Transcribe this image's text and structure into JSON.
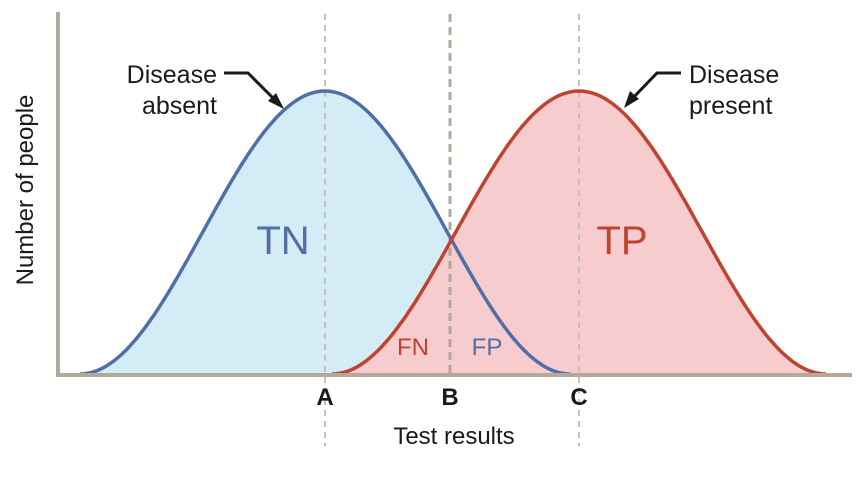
{
  "figure": {
    "y_axis_label": "Number of people",
    "x_axis_label": "Test results",
    "thresholds": [
      {
        "label": "A"
      },
      {
        "label": "B"
      },
      {
        "label": "C"
      }
    ],
    "curves": {
      "absent": {
        "callout_line1": "Disease",
        "callout_line2": "absent",
        "stroke": "#4f6fa6",
        "fill": "#d3ecf5"
      },
      "present": {
        "callout_line1": "Disease",
        "callout_line2": "present",
        "stroke": "#c0432f",
        "fill": "#f7ccce"
      }
    },
    "regions": {
      "tn": "TN",
      "tp": "TP",
      "fn": "FN",
      "fp": "FP"
    },
    "colors": {
      "axis": "#b3a89a",
      "dashed_line": "#c9bfb2",
      "threshold_b_line": "#b3a89a",
      "arrow": "#1a1a1a"
    }
  }
}
